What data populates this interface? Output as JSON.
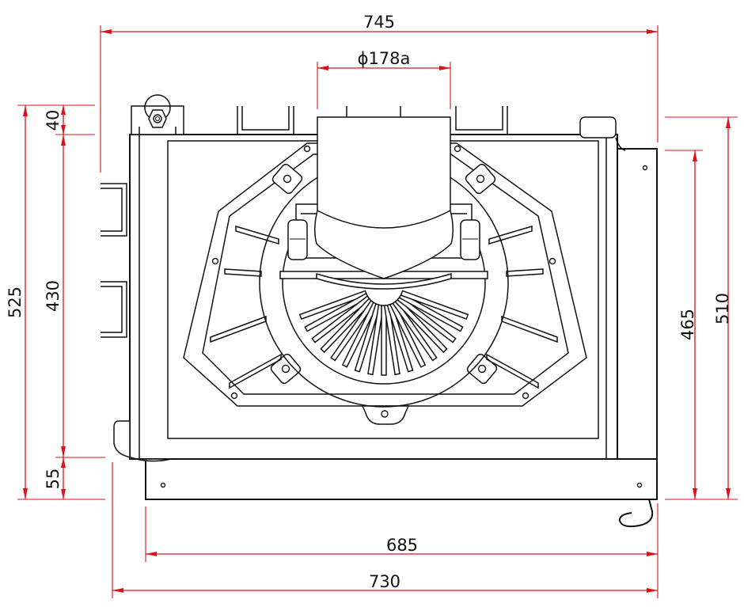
{
  "dimensions": {
    "overall_width_top": "745",
    "outlet_diameter": "ϕ178a",
    "top_offset": "40",
    "body_height": "430",
    "overall_height_left": "525",
    "base_height": "55",
    "right_panel_height": "465",
    "overall_height_right": "510",
    "base_width": "685",
    "overall_width_bottom": "730"
  },
  "colors": {
    "dimension_lines": "#e0101a",
    "drawing_lines": "#111111",
    "background": "#ffffff"
  }
}
